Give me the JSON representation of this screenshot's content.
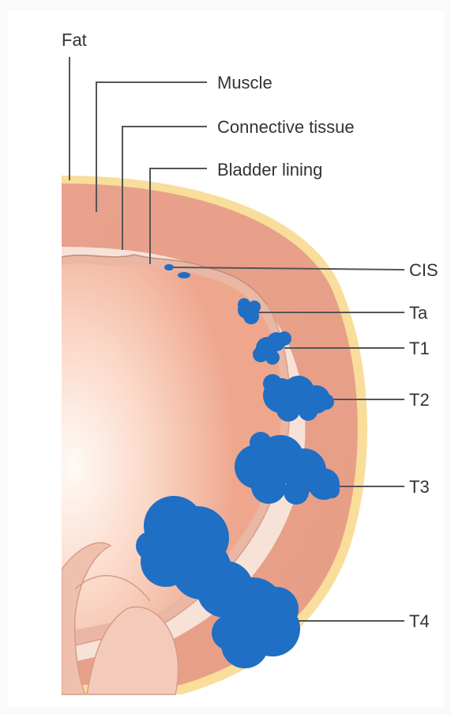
{
  "labels": {
    "fat": "Fat",
    "muscle": "Muscle",
    "connective_tissue": "Connective tissue",
    "bladder_lining": "Bladder lining",
    "cis": "CIS",
    "ta": "Ta",
    "t1": "T1",
    "t2": "T2",
    "t3": "T3",
    "t4": "T4"
  },
  "colors": {
    "fat": "#f9dd9a",
    "muscle": "#e9a690",
    "connective": "#f6ddd2",
    "lining": "#edb9a6",
    "lumen_center": "#fff4ee",
    "lumen_edge": "#f1ab93",
    "tumor": "#1f6fc4",
    "leader": "#555555"
  }
}
